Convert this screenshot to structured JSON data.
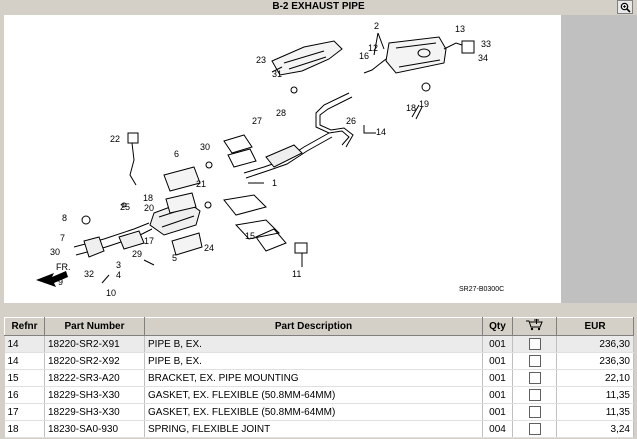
{
  "header": {
    "title": "B-2 EXHAUST PIPE"
  },
  "diagram": {
    "ref_code": "SR27-B0300C",
    "direction_label": "FR.",
    "callouts": [
      "2",
      "13",
      "33",
      "34",
      "12",
      "16",
      "23",
      "31",
      "19",
      "18",
      "28",
      "27",
      "14",
      "22",
      "30",
      "6",
      "21",
      "1",
      "26",
      "18",
      "20",
      "8",
      "25",
      "7",
      "17",
      "29",
      "24",
      "5",
      "15",
      "11",
      "30",
      "32",
      "3",
      "9",
      "4",
      "10"
    ]
  },
  "table": {
    "columns": [
      "Refnr",
      "Part Number",
      "Part Description",
      "Qty",
      "",
      "EUR"
    ],
    "rows": [
      {
        "refnr": "14",
        "part_number": "18220-SR2-X91",
        "description": "PIPE B, EX.",
        "qty": "001",
        "price": "236,30"
      },
      {
        "refnr": "14",
        "part_number": "18220-SR2-X92",
        "description": "PIPE B, EX.",
        "qty": "001",
        "price": "236,30"
      },
      {
        "refnr": "15",
        "part_number": "18222-SR3-A20",
        "description": "BRACKET, EX. PIPE MOUNTING",
        "qty": "001",
        "price": "22,10"
      },
      {
        "refnr": "16",
        "part_number": "18229-SH3-X30",
        "description": "GASKET, EX. FLEXIBLE (50.8MM-64MM)",
        "qty": "001",
        "price": "11,35"
      },
      {
        "refnr": "17",
        "part_number": "18229-SH3-X30",
        "description": "GASKET, EX. FLEXIBLE (50.8MM-64MM)",
        "qty": "001",
        "price": "11,35"
      },
      {
        "refnr": "18",
        "part_number": "18230-SA0-930",
        "description": "SPRING, FLEXIBLE JOINT",
        "qty": "004",
        "price": "3,24"
      }
    ]
  }
}
